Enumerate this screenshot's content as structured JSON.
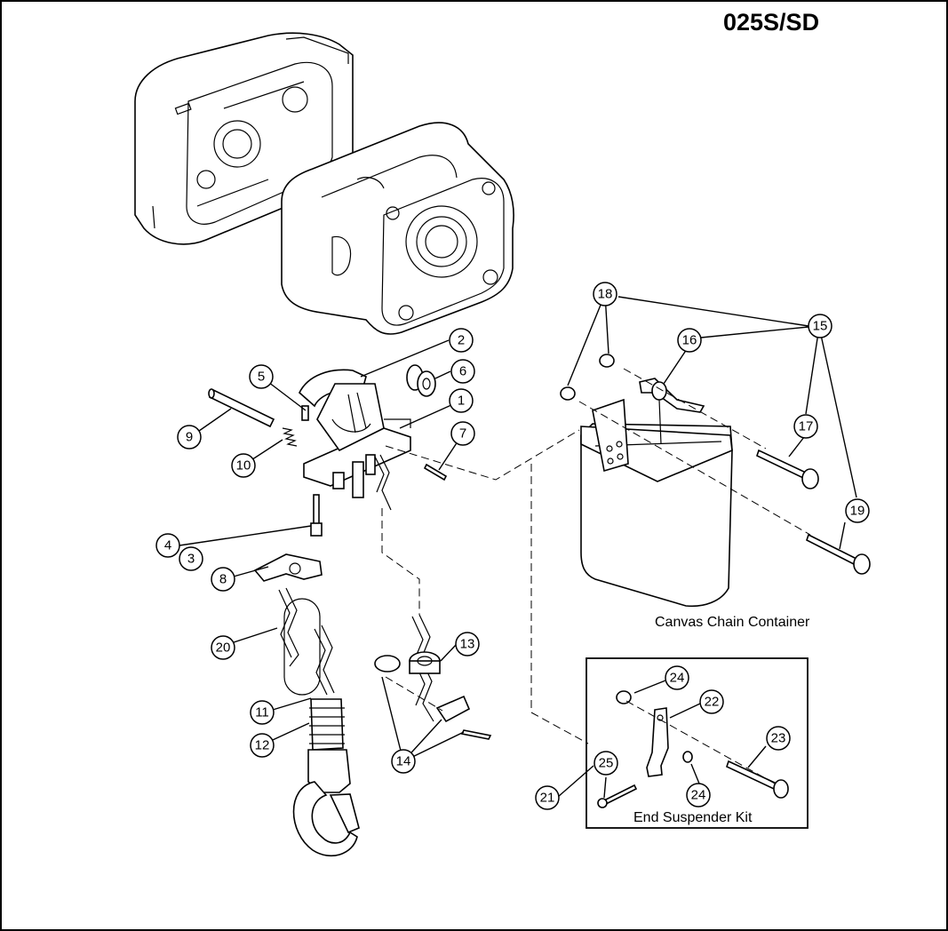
{
  "title": "025S/SD",
  "captions": {
    "chain_container": "Canvas Chain Container",
    "suspender_kit": "End Suspender Kit"
  },
  "callouts": [
    "1",
    "2",
    "3",
    "4",
    "5",
    "6",
    "7",
    "8",
    "9",
    "10",
    "11",
    "12",
    "13",
    "14",
    "15",
    "16",
    "17",
    "18",
    "19",
    "20",
    "21",
    "22",
    "23",
    "24",
    "25"
  ],
  "callout_extra": {
    "24b": "24"
  }
}
